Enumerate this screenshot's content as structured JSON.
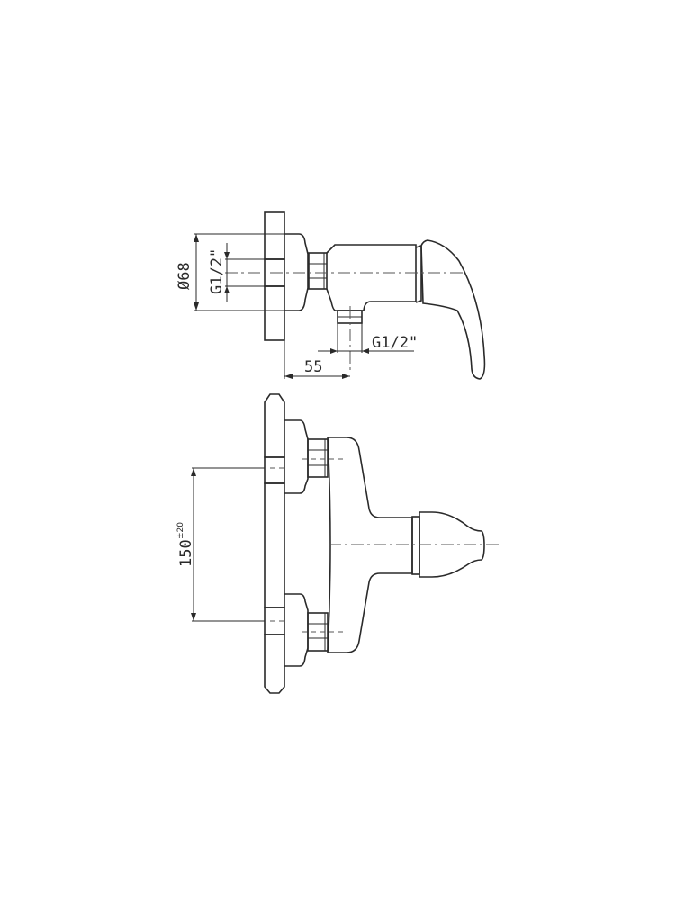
{
  "drawing": {
    "subject": "single-lever wall-mounted shower mixer technical drawing",
    "side_view": {
      "dimensions": {
        "rosette_diameter": "Ø68",
        "inlet_thread": "G1/2\"",
        "outlet_thread": "G1/2\"",
        "projection": "55"
      }
    },
    "front_view": {
      "dimensions": {
        "inlet_spacing": "150",
        "inlet_spacing_tolerance": "±20"
      }
    }
  }
}
